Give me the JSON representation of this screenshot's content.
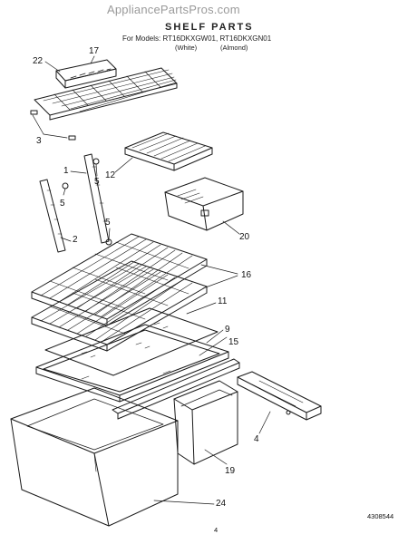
{
  "header": {
    "watermark": "AppliancePartsPros.com",
    "title": "SHELF PARTS",
    "models_line": "For Models: RT16DKXGW01, RT16DKXGN01",
    "variants": [
      "(White)",
      "(Almond)"
    ]
  },
  "callouts": [
    {
      "id": "c17",
      "label": "17"
    },
    {
      "id": "c22",
      "label": "22"
    },
    {
      "id": "c3",
      "label": "3"
    },
    {
      "id": "c12",
      "label": "12"
    },
    {
      "id": "c1",
      "label": "1"
    },
    {
      "id": "c5a",
      "label": "5"
    },
    {
      "id": "c5b",
      "label": "5"
    },
    {
      "id": "c5c",
      "label": "5"
    },
    {
      "id": "c2",
      "label": "2"
    },
    {
      "id": "c20",
      "label": "20"
    },
    {
      "id": "c16",
      "label": "16"
    },
    {
      "id": "c11",
      "label": "11"
    },
    {
      "id": "c9",
      "label": "9"
    },
    {
      "id": "c15",
      "label": "15"
    },
    {
      "id": "c4",
      "label": "4"
    },
    {
      "id": "c19",
      "label": "19"
    },
    {
      "id": "c24",
      "label": "24"
    }
  ],
  "footer": {
    "doc_number": "4308544",
    "page_number": "4"
  },
  "colors": {
    "line": "#1a1a1a",
    "watermark": "#9a9a9a"
  }
}
